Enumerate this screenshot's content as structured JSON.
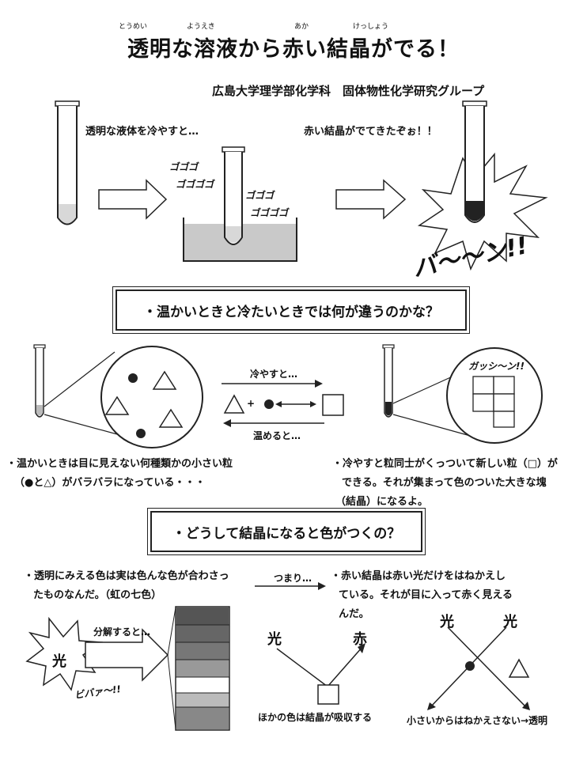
{
  "title": "透明な溶液から赤い結晶がでる！",
  "title_ruby": [
    "とうめい",
    "ようえき",
    "あか",
    "けっしょう"
  ],
  "affiliation": "広島大学理学部化学科　固体物性化学研究グループ",
  "section1": {
    "caption_left": "透明な液体を冷やすと…",
    "caption_right": "赤い結晶がでてきたぞぉ！！",
    "sfx_gogogo_1": "ゴゴゴ",
    "sfx_gogogo_2": "ゴゴゴゴ",
    "sfx_gogogo_3": "ゴゴゴ",
    "sfx_gogogo_4": "ゴゴゴゴ",
    "sfx_ban": "バ〜〜ン!!"
  },
  "section2": {
    "heading": "・温かいときと冷たいときでは何が違うのかな？",
    "cool_label": "冷やすと…",
    "warm_label": "温めると…",
    "sfx_gasshin": "ガッシ〜ン!!",
    "plus": "+",
    "note_left_1": "・温かいときは目に見えない何種類かの小さい粒",
    "note_left_2": "（●と△）がバラバラになっている・・・",
    "note_right_1": "・冷やすと粒同士がくっついて新しい粒（□）が",
    "note_right_2": "できる。それが集まって色のついた大きな塊",
    "note_right_3": "（結晶）になるよ。"
  },
  "section3": {
    "heading": "・どうして結晶になると色がつくの？",
    "note_left_1": "・透明にみえる色は実は色んな色が合わさっ",
    "note_left_2": "たものなんだ。（虹の七色）",
    "tsumari": "つまり…",
    "note_right_1": "・赤い結晶は赤い光だけをはねかえし",
    "note_right_2": "ている。それが目に入って赤く見える",
    "note_right_3": "んだ。",
    "bunkai": "分解すると…",
    "hikari": "光",
    "sfx_bibabba": "ビバァ〜!!",
    "hikari_2": "光",
    "aka": "赤",
    "caption_absorb": "ほかの色は結晶が吸収する",
    "hikari_3": "光",
    "hikari_4": "光",
    "caption_transparent": "小さいからはねかえさない→透明"
  }
}
